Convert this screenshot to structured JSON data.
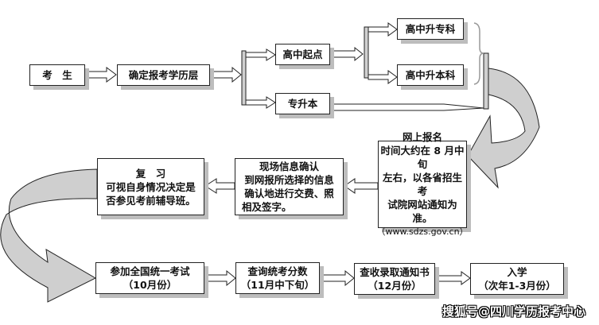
{
  "nodes": {
    "student": "考　生",
    "determine_level": "确定报考学历层",
    "high_school_start": "高中起点",
    "zhuan_sheng_ben": "专升本",
    "hs_to_zhuanke": "高中升专科",
    "hs_to_benke": "高中升本科",
    "online_registration": {
      "title": "网上报名",
      "lines": [
        "时间大约在 8 月中旬",
        "左右，以各省招生考",
        "试院网站通知为准。",
        "（www.sdzs.gov.cn）"
      ]
    },
    "onsite_confirm": {
      "title": "现场信息确认",
      "lines": [
        "到网报所选择的信息",
        "确认地进行交费、照",
        "相及签字。"
      ]
    },
    "review": {
      "title": "复　习",
      "lines": [
        "可视自身情况决定是",
        "否参见考前辅导班。"
      ]
    },
    "exam": {
      "title": "参加全国统一考试",
      "sub": "（10月份）"
    },
    "scores": {
      "title": "查询统考分数",
      "sub": "（11月中下旬）"
    },
    "admission": {
      "title": "查收录取通知书",
      "sub": "（12月份）"
    },
    "enrollment": {
      "title": "入学",
      "sub": "（次年1-3月份）"
    }
  },
  "watermark": "搜狐号@四川学历报考中心"
}
